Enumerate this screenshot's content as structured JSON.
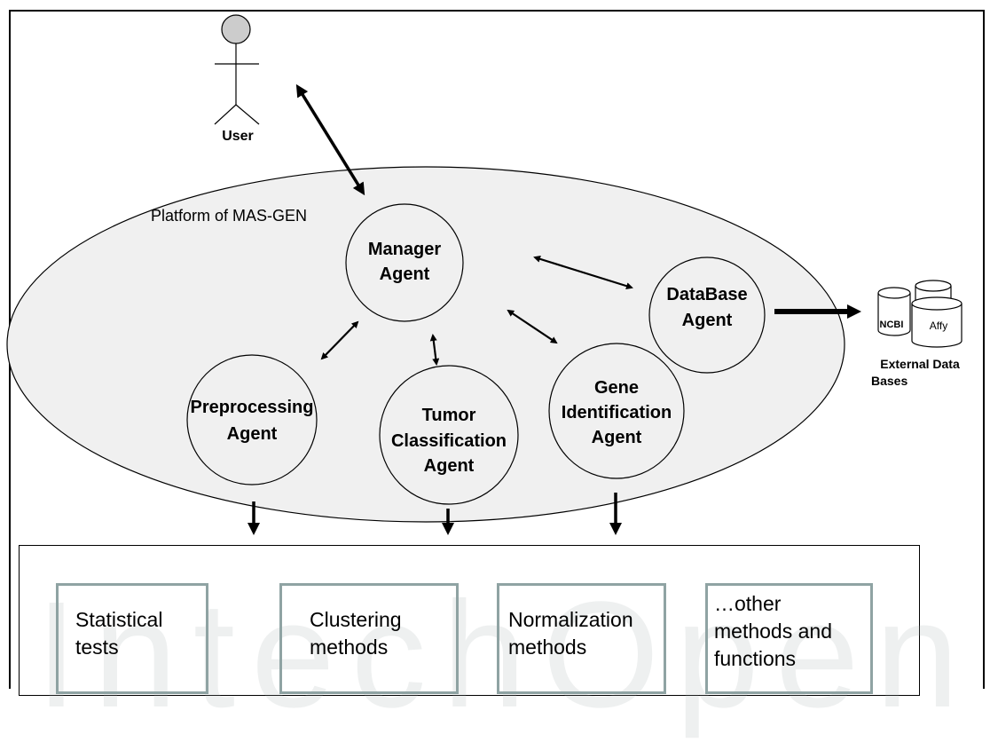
{
  "user": {
    "label": "User"
  },
  "platform": {
    "label": "Platform of MAS-GEN"
  },
  "agents": {
    "manager": {
      "line1": "Manager",
      "line2": "Agent"
    },
    "database": {
      "line1": "DataBase",
      "line2": "Agent"
    },
    "preprocessing": {
      "line1": "Preprocessing",
      "line2": "Agent"
    },
    "tumor": {
      "line1": "Tumor",
      "line2": "Classification",
      "line3": "Agent"
    },
    "gene": {
      "line1": "Gene",
      "line2": "Identification",
      "line3": "Agent"
    }
  },
  "external": {
    "db1": "NCBI",
    "db2": "Affy",
    "line1": "External Data",
    "line2": "Bases"
  },
  "methods": [
    {
      "label": "Statistical\ntests"
    },
    {
      "label": "Clustering\nmethods"
    },
    {
      "label": "Normalization\nmethods"
    },
    {
      "label": "…other\nmethods and\nfunctions"
    }
  ],
  "colors": {
    "ellipse_fill": "#f0f0f0",
    "box_border": "#8fa3a3",
    "user_head": "#cccccc"
  }
}
